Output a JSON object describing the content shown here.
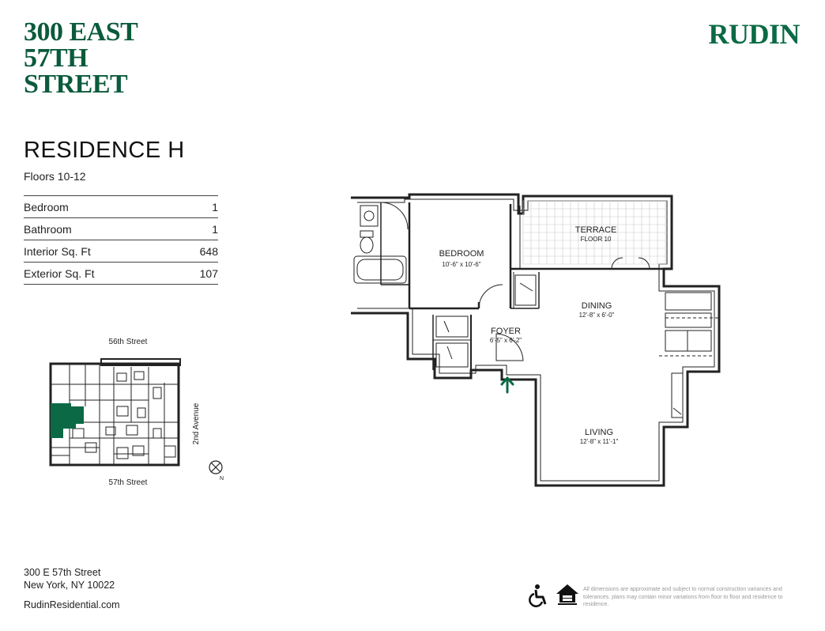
{
  "brand": {
    "title_lines": [
      "300 EAST",
      "57TH",
      "STREET"
    ],
    "logo": "RUDIN",
    "color": "#0b5a3c"
  },
  "residence": {
    "name": "RESIDENCE H",
    "floors": "Floors 10-12",
    "stats": [
      {
        "label": "Bedroom",
        "value": "1"
      },
      {
        "label": "Bathroom",
        "value": "1"
      },
      {
        "label": "Interior Sq. Ft",
        "value": "648"
      },
      {
        "label": "Exterior Sq. Ft",
        "value": "107"
      }
    ]
  },
  "keyplan": {
    "top_street": "56th Street",
    "bottom_street": "57th Street",
    "side_street": "2nd Avenue",
    "compass_label": "N",
    "highlight_color": "#0b6a45"
  },
  "plan": {
    "rooms": {
      "terrace_name": "TERRACE",
      "terrace_sub": "FLOOR 10",
      "bedroom_name": "BEDROOM",
      "bedroom_dims": "10'-6\" x 10'-6\"",
      "dining_name": "DINING",
      "dining_dims": "12'-8\" x 6'-0\"",
      "foyer_name": "FOYER",
      "foyer_dims": "6'-5\" x 6'-2\"",
      "living_name": "LIVING",
      "living_dims": "12'-8\" x 11'-1\""
    },
    "entry_arrow_color": "#0b6a45"
  },
  "footer": {
    "address_line1": "300 E 57th Street",
    "address_line2": "New York, NY 10022",
    "website": "RudinResidential.com",
    "icons": [
      "accessibility-icon",
      "equal-housing-icon"
    ],
    "disclaimer": "All dimensions are approximate and subject to normal construction variances and tolerances. plans may contain minor variations from floor to floor and residence to residence."
  }
}
